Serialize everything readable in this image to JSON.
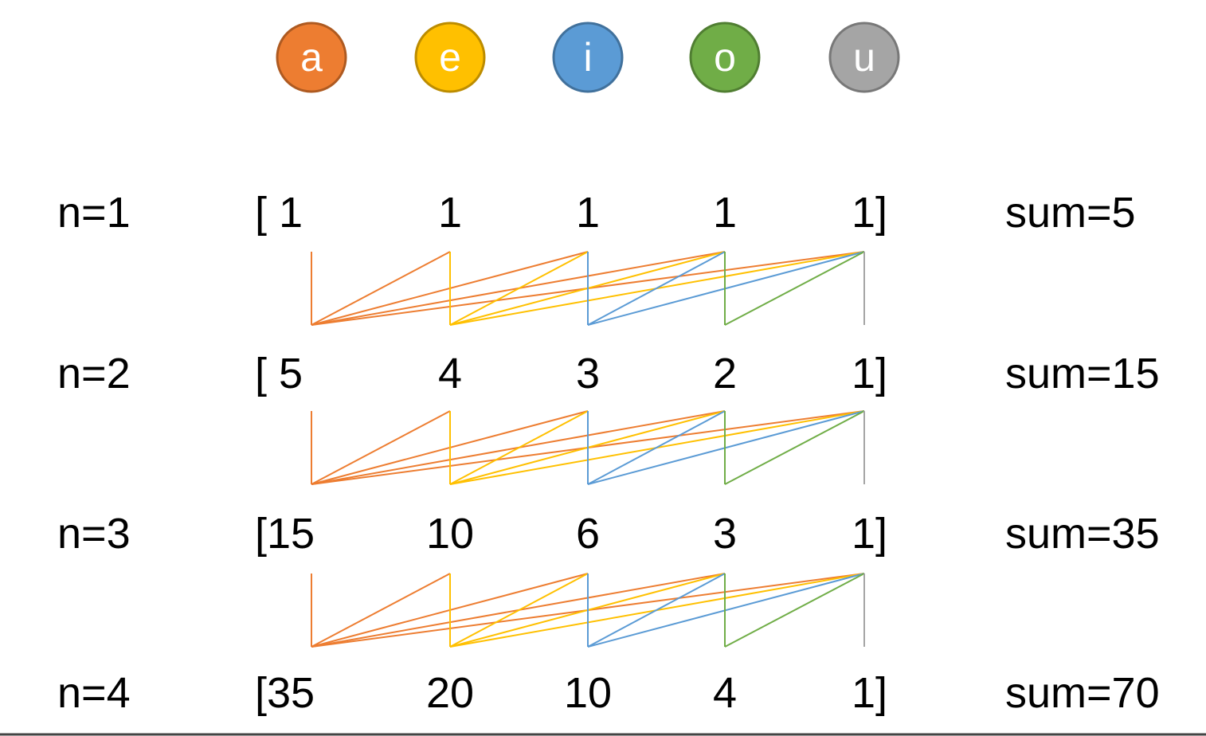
{
  "vowels": [
    {
      "letter": "a",
      "fill": "#ED7D31",
      "stroke": "#AE5A21"
    },
    {
      "letter": "e",
      "fill": "#FFC000",
      "stroke": "#BC8C00"
    },
    {
      "letter": "i",
      "fill": "#5B9BD5",
      "stroke": "#41719C"
    },
    {
      "letter": "o",
      "fill": "#70AD47",
      "stroke": "#507E32"
    },
    {
      "letter": "u",
      "fill": "#A5A5A5",
      "stroke": "#787878"
    }
  ],
  "rows": [
    {
      "label": "n=1",
      "values": [
        "[ 1",
        "1",
        "1",
        "1",
        "1]"
      ],
      "sum": "sum=5"
    },
    {
      "label": "n=2",
      "values": [
        "[ 5",
        "4",
        "3",
        "2",
        "1]"
      ],
      "sum": "sum=15"
    },
    {
      "label": "n=3",
      "values": [
        "[15",
        "10",
        "6",
        "3",
        "1]"
      ],
      "sum": "sum=35"
    },
    {
      "label": "n=4",
      "values": [
        "[35",
        "20",
        "10",
        "4",
        "1]"
      ],
      "sum": "sum=70"
    }
  ]
}
